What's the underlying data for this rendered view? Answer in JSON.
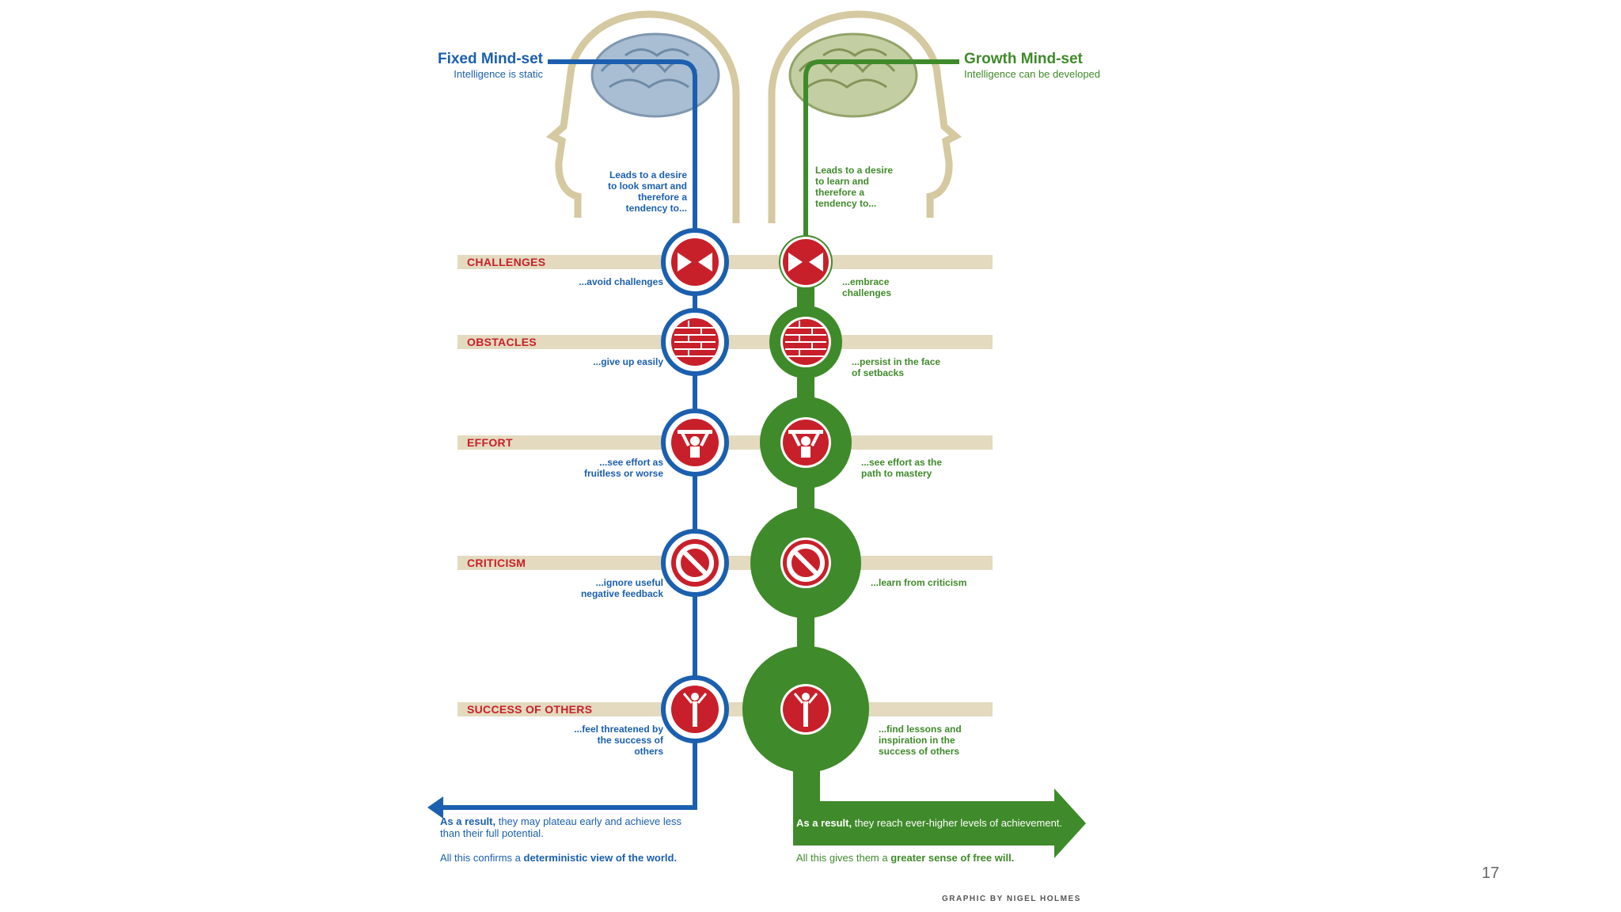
{
  "fixed": {
    "title": "Fixed Mind-set",
    "subtitle": "Intelligence is static",
    "intro": "Leads to a desire to look smart and therefore a tendency to...",
    "color": "#1b5fae"
  },
  "growth": {
    "title": "Growth Mind-set",
    "subtitle": "Intelligence can be developed",
    "intro": "Leads to a desire to learn and therefore a tendency to...",
    "color": "#3f8a2a"
  },
  "accent_red": "#c8202a",
  "band_color": "#d9ceaa",
  "rows": [
    {
      "label": "CHALLENGES",
      "icon": "arrows-inward-icon",
      "fixed": "...avoid challenges",
      "growth": "...embrace challenges"
    },
    {
      "label": "OBSTACLES",
      "icon": "brick-wall-icon",
      "fixed": "...give up easily",
      "growth": "...persist in the face of setbacks"
    },
    {
      "label": "EFFORT",
      "icon": "weightlifter-icon",
      "fixed": "...see effort as fruitless or worse",
      "growth": "...see effort as the path to mastery"
    },
    {
      "label": "CRITICISM",
      "icon": "no-entry-icon",
      "fixed": "...ignore useful negative feedback",
      "growth": "...learn from criticism"
    },
    {
      "label": "SUCCESS OF OTHERS",
      "icon": "winner-figure-icon",
      "fixed": "...feel threatened by the success of others",
      "growth": "...find lessons and inspiration in the success of others"
    }
  ],
  "fixed_result": {
    "lead": "As a result,",
    "text": "they may plateau early and achieve less than their full potential.",
    "confirm_prefix": "All this confirms a",
    "confirm_bold": "deterministic view of the world."
  },
  "growth_result": {
    "lead": "As a result,",
    "text": "they reach ever-higher levels of achievement.",
    "confirm_prefix": "All this gives them a",
    "confirm_bold": "greater sense of free will."
  },
  "credit": "GRAPHIC BY NIGEL HOLMES",
  "page_number": "17"
}
